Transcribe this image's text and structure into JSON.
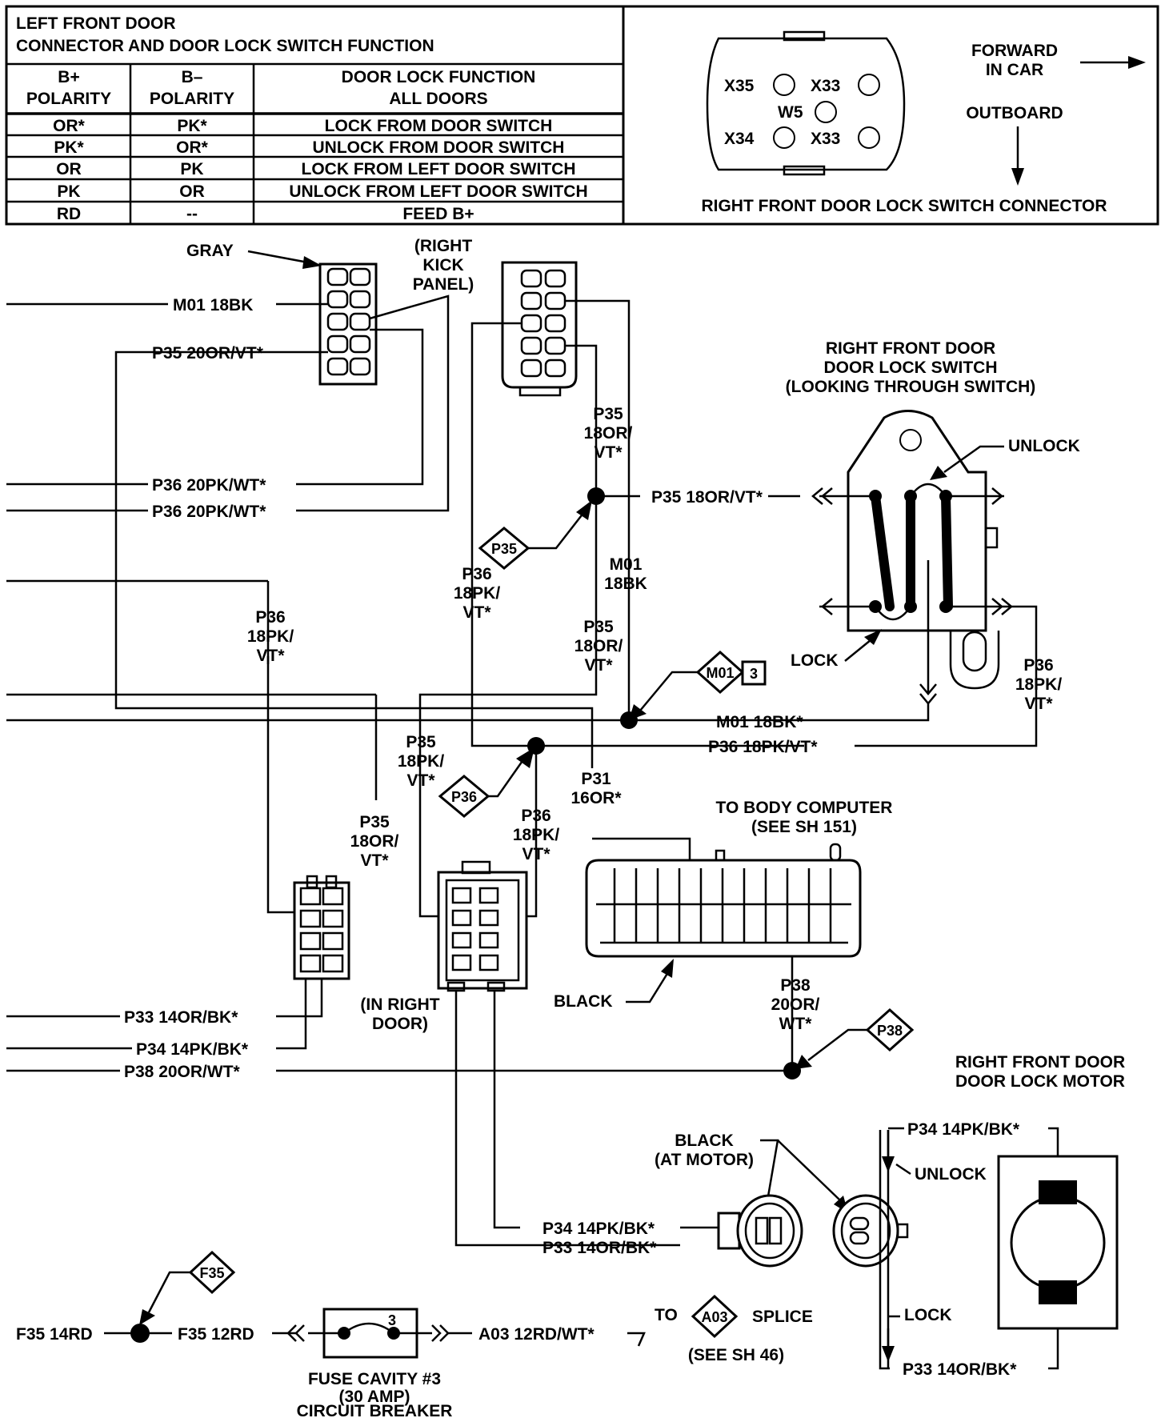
{
  "table": {
    "title_line1": "LEFT FRONT DOOR",
    "title_line2": "CONNECTOR AND DOOR LOCK SWITCH FUNCTION",
    "headers": [
      [
        "B+",
        "POLARITY"
      ],
      [
        "B–",
        "POLARITY"
      ],
      [
        "DOOR LOCK FUNCTION",
        "ALL DOORS"
      ]
    ],
    "rows": [
      [
        "OR*",
        "PK*",
        "LOCK FROM DOOR SWITCH"
      ],
      [
        "PK*",
        "OR*",
        "UNLOCK FROM DOOR SWITCH"
      ],
      [
        "OR",
        "PK",
        "LOCK FROM LEFT DOOR SWITCH"
      ],
      [
        "PK",
        "OR",
        "UNLOCK FROM LEFT DOOR SWITCH"
      ],
      [
        "RD",
        "--",
        "FEED B+"
      ]
    ]
  },
  "connector_view": {
    "pins": [
      "X35",
      "X33",
      "W5",
      "X34",
      "X33"
    ],
    "forward_line1": "FORWARD",
    "forward_line2": "IN CAR",
    "outboard": "OUTBOARD",
    "caption": "RIGHT FRONT DOOR LOCK SWITCH CONNECTOR"
  },
  "labels": {
    "gray": "GRAY",
    "right_kick_1": "(RIGHT",
    "right_kick_2": "KICK",
    "right_kick_3": "PANEL)",
    "m01_18bk": "M01  18BK",
    "p35_20or_vt": "P35  20OR/VT*",
    "p36_20pk_wt_a": "P36  20PK/WT*",
    "p36_20pk_wt_b": "P36  20PK/WT*",
    "p35_a_1": "P35",
    "p35_a_2": "18OR/",
    "p35_a_3": "VT*",
    "p35_18or_vt": "P35  18OR/VT*",
    "m01_v_1": "M01",
    "m01_v_2": "18BK",
    "p36_b_1": "P36",
    "p36_b_2": "18PK/",
    "p36_b_3": "VT*",
    "p36_c_1": "P36",
    "p36_c_2": "18PK/",
    "p36_c_3": "VT*",
    "p35_b_1": "P35",
    "p35_b_2": "18OR/",
    "p35_b_3": "VT*",
    "switch_title_1": "RIGHT FRONT DOOR",
    "switch_title_2": "DOOR LOCK SWITCH",
    "switch_title_3": "(LOOKING THROUGH SWITCH)",
    "unlock": "UNLOCK",
    "lock": "LOCK",
    "p36_d_1": "P36",
    "p36_d_2": "18PK/",
    "p36_d_3": "VT*",
    "m01_18bk_star": "M01  18BK*",
    "p36_18pk_vt": "P36  18PK/VT*",
    "p35_c_1": "P35",
    "p35_c_2": "18PK/",
    "p35_c_3": "VT*",
    "p31_1": "P31",
    "p31_2": "16OR*",
    "p36_e_1": "P36",
    "p36_e_2": "18PK/",
    "p36_e_3": "VT*",
    "p35_d_1": "P35",
    "p35_d_2": "18OR/",
    "p35_d_3": "VT*",
    "body_computer_1": "TO BODY COMPUTER",
    "body_computer_2": "(SEE SH 151)",
    "black": "BLACK",
    "p38_1": "P38",
    "p38_2": "20OR/",
    "p38_3": "WT*",
    "p33_14or_bk": "P33  14OR/BK*",
    "p34_14pk_bk": "P34  14PK/BK*",
    "p38_20or_wt": "P38  20OR/WT*",
    "in_right_door_1": "(IN RIGHT",
    "in_right_door_2": "DOOR)",
    "motor_title_1": "RIGHT FRONT DOOR",
    "motor_title_2": "DOOR LOCK MOTOR",
    "black_at_motor_1": "BLACK",
    "black_at_motor_2": "(AT MOTOR)",
    "p34_motor_top": "P34  14PK/BK*",
    "unlock_motor": "UNLOCK",
    "lock_motor": "LOCK",
    "p33_motor_bottom": "P33  14OR/BK*",
    "p34_at_conn": "P34  14PK/BK*",
    "p33_at_conn": "P33  14OR/BK*",
    "f35_14rd": "F35  14RD",
    "f35_12rd": "F35  12RD",
    "fuse_num": "3",
    "a03_12rd_wt": "A03  12RD/WT*",
    "to": "TO",
    "splice": "SPLICE",
    "see_sh46": "(SEE SH 46)",
    "fuse_1": "FUSE CAVITY #3",
    "fuse_2": "(30 AMP)",
    "fuse_3": "CIRCUIT BREAKER"
  },
  "tags": {
    "p35": "P35",
    "p36": "P36",
    "m01": "M01",
    "m01_num": "3",
    "p38": "P38",
    "f35": "F35",
    "a03": "A03"
  }
}
